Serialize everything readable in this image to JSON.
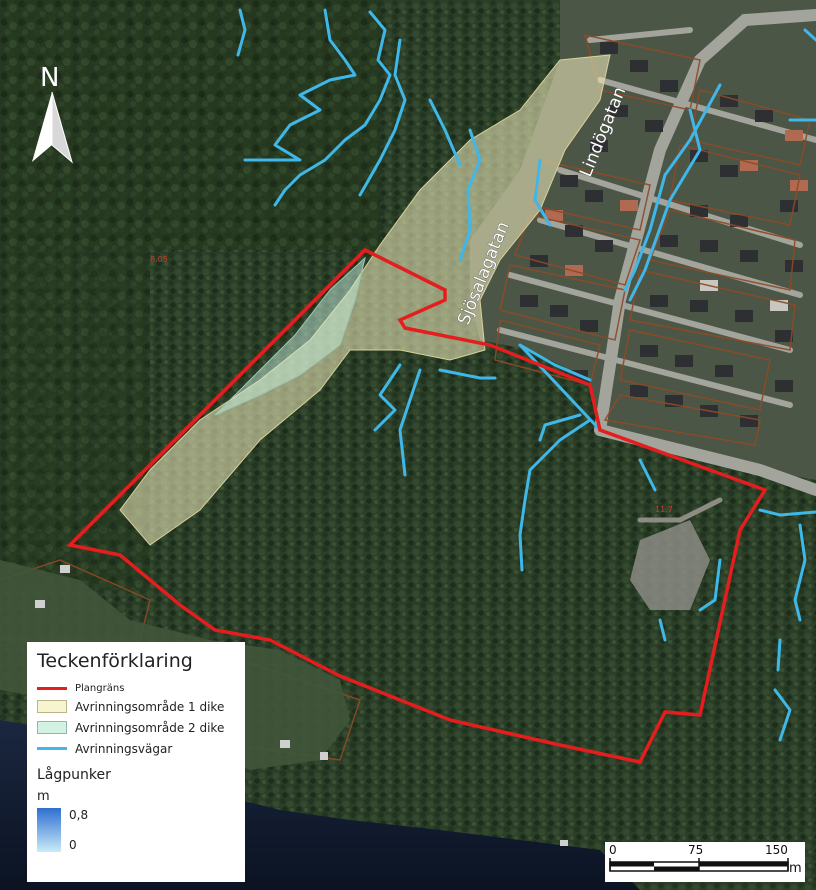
{
  "map": {
    "streets": [
      "Lindögatan",
      "Sjösalagatan"
    ],
    "north_label": "N"
  },
  "legend": {
    "title": "Teckenförklaring",
    "items": [
      {
        "label": "Plangräns",
        "symbol": "line",
        "color": "#e41e1e"
      },
      {
        "label": "Avrinningsområde 1 dike",
        "symbol": "fill",
        "color": "#f7f5cf"
      },
      {
        "label": "Avrinningsområde 2 dike",
        "symbol": "fill",
        "color": "#d3f2e4"
      },
      {
        "label": "Avrinningsvägar",
        "symbol": "line",
        "color": "#3fb7e8"
      }
    ],
    "lowpoints": {
      "title": "Lågpunker",
      "unit": "m",
      "max": "0,8",
      "min": "0"
    }
  },
  "scalebar": {
    "ticks": [
      "0",
      "75",
      "150"
    ],
    "unit": "m"
  },
  "colors": {
    "forest": "#2a3e27",
    "plan_boundary": "#e41e1e",
    "drainage": "#3fb7e8",
    "water": "#101a2e"
  }
}
